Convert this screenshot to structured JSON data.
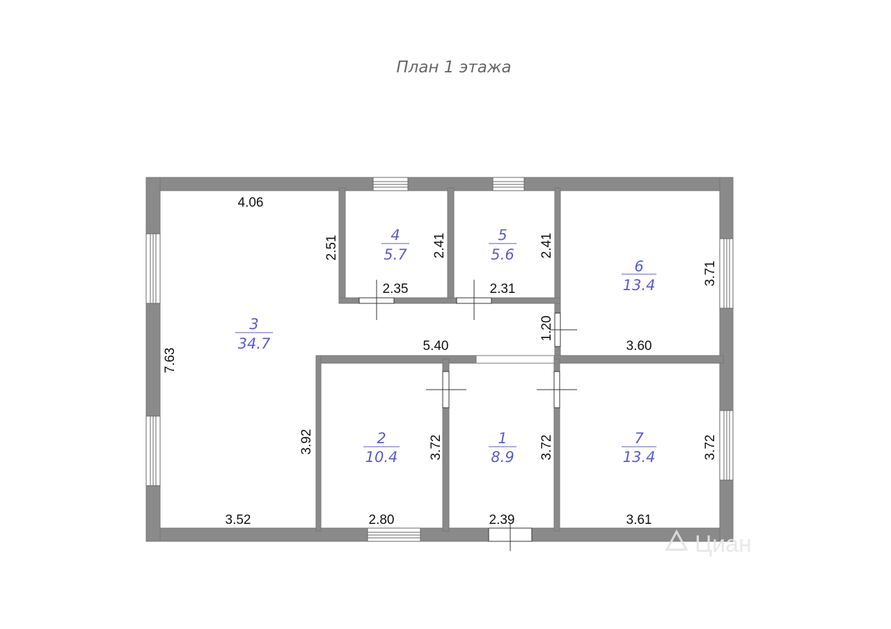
{
  "title": "План 1 этажа",
  "colors": {
    "wall": "#808080",
    "wall_fill": "#8a8a8a",
    "room_label": "#5a5ad0",
    "dimension": "#111111"
  },
  "rooms": [
    {
      "number": "1",
      "area": "8.9"
    },
    {
      "number": "2",
      "area": "10.4"
    },
    {
      "number": "3",
      "area": "34.7"
    },
    {
      "number": "4",
      "area": "5.7"
    },
    {
      "number": "5",
      "area": "5.6"
    },
    {
      "number": "6",
      "area": "13.4"
    },
    {
      "number": "7",
      "area": "13.4"
    }
  ],
  "dimensions": {
    "r3_top": "4.06",
    "r3_left": "7.63",
    "r3_bottom": "3.52",
    "r3_inner": "3.92",
    "r4_left": "2.51",
    "r4_right": "2.41",
    "r4_bottom": "2.35",
    "r5_right": "2.41",
    "r5_bottom": "2.31",
    "corridor": "5.40",
    "corridor_h": "1.20",
    "r6_right": "3.71",
    "r6_bottom": "3.60",
    "r2_right": "3.72",
    "r2_bottom": "2.80",
    "r1_right": "3.72",
    "r1_bottom": "2.39",
    "r7_right": "3.72",
    "r7_bottom": "3.61"
  },
  "watermark": "Циан"
}
